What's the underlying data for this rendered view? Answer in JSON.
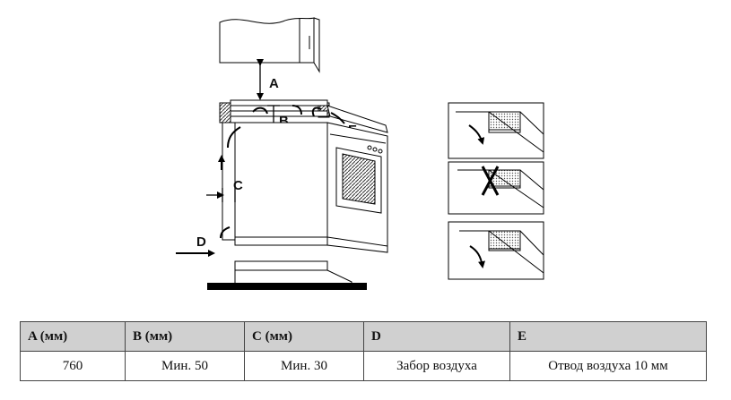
{
  "diagram": {
    "labels": {
      "a": "A",
      "b": "B",
      "c": "C",
      "d": "D",
      "e": "E"
    }
  },
  "table": {
    "headers": [
      "A (мм)",
      "B (мм)",
      "C (мм)",
      "D",
      "E"
    ],
    "rows": [
      [
        "760",
        "Мин. 50",
        "Мин. 30",
        "Забор воздуха",
        "Отвод воздуха 10 мм"
      ]
    ]
  }
}
